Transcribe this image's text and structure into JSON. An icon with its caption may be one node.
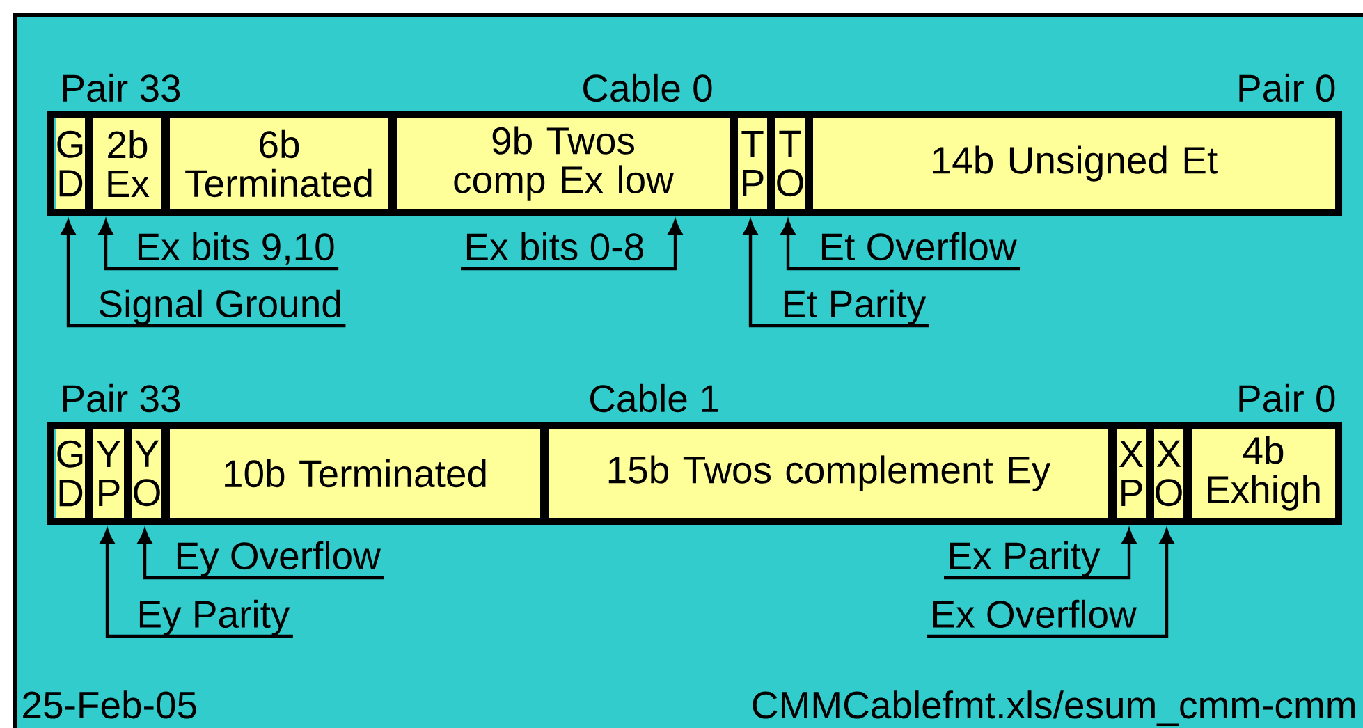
{
  "diagram": {
    "nodes": [
      {
        "text": [
          "Cable 0"
        ],
        "beside": [
          "Pair 33",
          "Pair 0"
        ]
      },
      {
        "text": [
          "G D"
        ],
        "in": 0
      },
      {
        "text": [
          "2b Ex"
        ],
        "in": 0
      },
      {
        "text": [
          "6b Terminated"
        ],
        "in": 0
      },
      {
        "text": [
          "9b Twos comp Ex low"
        ],
        "in": 0
      },
      {
        "text": [
          "T P"
        ],
        "in": 0
      },
      {
        "text": [
          "T O"
        ],
        "in": 0
      },
      {
        "text": [
          "14b Unsigned Et"
        ],
        "in": 0
      },
      {
        "text": [
          "Ex bits 9,10"
        ]
      },
      {
        "text": [
          "Signal Ground"
        ]
      },
      {
        "text": [
          "Ex bits 0-8"
        ]
      },
      {
        "text": [
          "Et Overflow"
        ]
      },
      {
        "text": [
          "Et Parity"
        ]
      },
      {
        "text": [
          "Cable 1"
        ],
        "beside": [
          "Pair 33",
          "Pair 0"
        ]
      },
      {
        "text": [
          "G D"
        ],
        "in": 13
      },
      {
        "text": [
          "Y P"
        ],
        "in": 13
      },
      {
        "text": [
          "Y O"
        ],
        "in": 13
      },
      {
        "text": [
          "10b Terminated"
        ],
        "in": 13
      },
      {
        "text": [
          "15b Twos complement Ey"
        ],
        "in": 13
      },
      {
        "text": [
          "X P"
        ],
        "in": 13
      },
      {
        "text": [
          "X O"
        ],
        "in": 13
      },
      {
        "text": [
          "4b Exhigh"
        ],
        "in": 13
      },
      {
        "text": [
          "Ey Overflow"
        ]
      },
      {
        "text": [
          "Ey Parity"
        ]
      },
      {
        "text": [
          "Ex Parity"
        ]
      },
      {
        "text": [
          "Ex Overflow"
        ]
      }
    ],
    "edges": [
      {
        "from": 8,
        "to": 2,
        "arrow": "to"
      },
      {
        "from": 9,
        "to": 1,
        "arrow": "to"
      },
      {
        "from": 10,
        "to": 4,
        "arrow": "to"
      },
      {
        "from": 11,
        "to": 6,
        "arrow": "to"
      },
      {
        "from": 12,
        "to": 5,
        "arrow": "to"
      },
      {
        "from": 22,
        "to": 16,
        "arrow": "to"
      },
      {
        "from": 23,
        "to": 15,
        "arrow": "to"
      },
      {
        "from": 24,
        "to": 19,
        "arrow": "to"
      },
      {
        "from": 25,
        "to": 20,
        "arrow": "to"
      }
    ],
    "labels": [
      "25-Feb-05",
      "CMMCablefmt.xls/esum_cmm-cmm"
    ]
  }
}
